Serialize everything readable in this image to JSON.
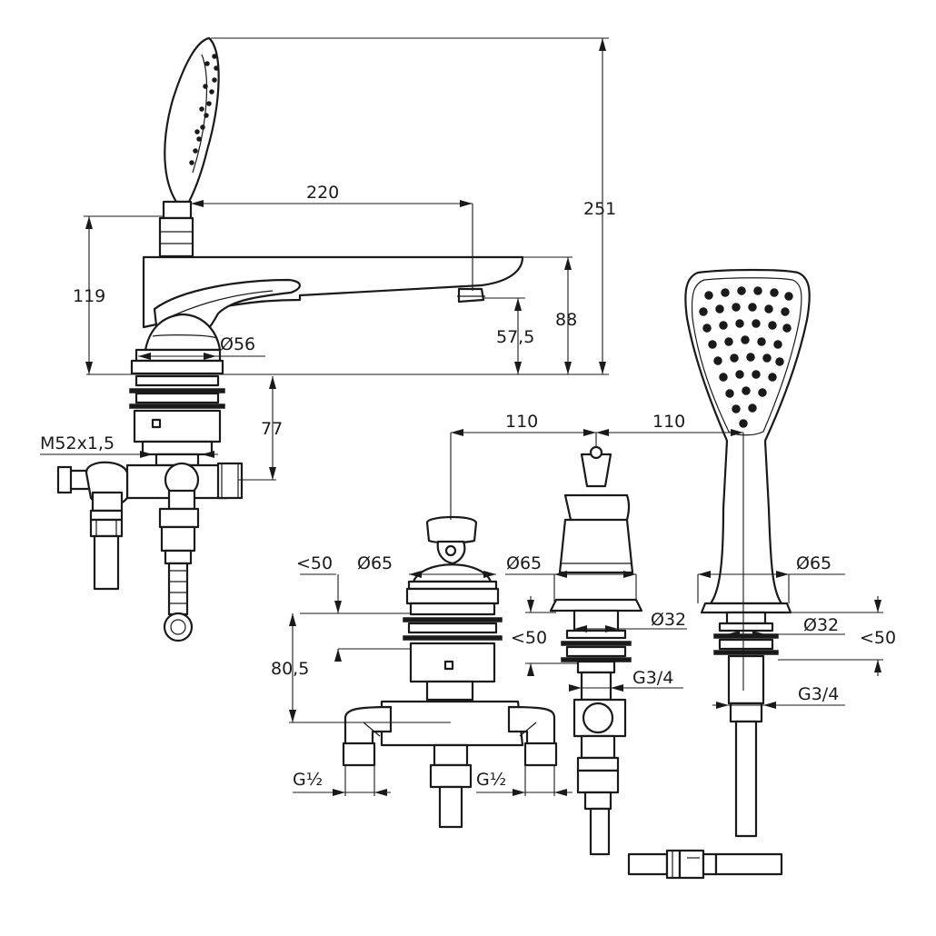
{
  "labels": {
    "l251": "251",
    "l220": "220",
    "l119": "119",
    "l88": "88",
    "l57_5": "57,5",
    "l56": "Ø56",
    "l77": "77",
    "lm52": "M52x1,5",
    "l110a": "110",
    "l110b": "110",
    "l65a": "Ø65",
    "l65b": "Ø65",
    "l65c": "Ø65",
    "llt50a": "<50",
    "llt50b": "<50",
    "llt50c": "<50",
    "l80_5": "80,5",
    "l32a": "Ø32",
    "l32b": "Ø32",
    "l34a": "G3/4",
    "l34b": "G3/4",
    "lg12a": "G½",
    "lg12b": "G½"
  },
  "colors": {
    "line": "#1a1a1a",
    "background": "#ffffff"
  }
}
